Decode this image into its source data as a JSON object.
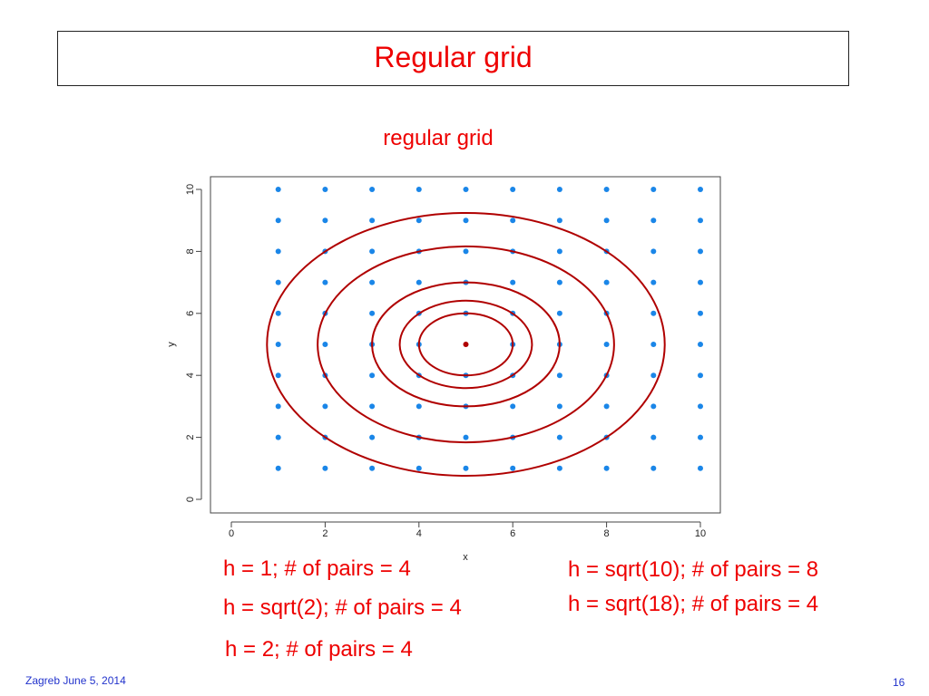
{
  "slide": {
    "title": "Regular grid",
    "footer_left": "Zagreb June 5, 2014",
    "page_number": "16"
  },
  "annotations": {
    "h1": "h = 1; # of pairs = 4",
    "h2": "h = sqrt(2); # of pairs = 4",
    "h3": "h = 2; # of pairs = 4",
    "h4": "h = sqrt(10); # of pairs = 8",
    "h5": "h = sqrt(18); # of pairs = 4"
  },
  "colors": {
    "title_text": "#ee0000",
    "points": "#1a86e8",
    "center_point": "#b00000",
    "ellipses": "#b00000",
    "footer": "#2233cc"
  },
  "chart_data": {
    "type": "scatter",
    "title": "regular grid",
    "xlabel": "x",
    "ylabel": "y",
    "xlim": [
      0,
      10
    ],
    "ylim": [
      0,
      10
    ],
    "xticks": [
      0,
      2,
      4,
      6,
      8,
      10
    ],
    "yticks": [
      0,
      2,
      4,
      6,
      8,
      10
    ],
    "grid": false,
    "series": [
      {
        "grid_x": [
          1,
          2,
          3,
          4,
          5,
          6,
          7,
          8,
          9,
          10
        ],
        "grid_y": [
          1,
          2,
          3,
          4,
          5,
          6,
          7,
          8,
          9,
          10
        ]
      }
    ],
    "center_point": [
      5,
      5
    ],
    "ellipses": [
      {
        "center": [
          5,
          5
        ],
        "rx": 1.0,
        "ry": 1.0
      },
      {
        "center": [
          5,
          5
        ],
        "rx": 1.41,
        "ry": 1.41
      },
      {
        "center": [
          5,
          5
        ],
        "rx": 2.0,
        "ry": 2.0
      },
      {
        "center": [
          5,
          5
        ],
        "rx": 3.16,
        "ry": 3.16
      },
      {
        "center": [
          5,
          5
        ],
        "rx": 4.24,
        "ry": 4.24
      }
    ]
  }
}
